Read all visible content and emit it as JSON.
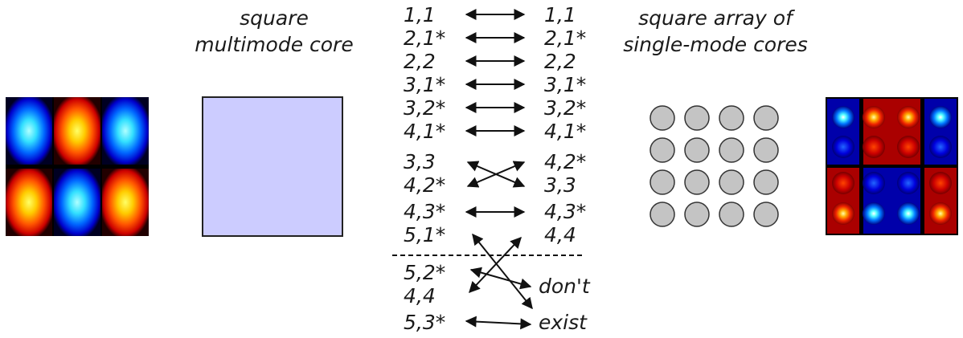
{
  "left_caption": {
    "line1": "square",
    "line2": "multimode core"
  },
  "right_caption": {
    "line1": "square array of",
    "line2": "single-mode cores"
  },
  "modes_left": [
    "1,1",
    "2,1*",
    "2,2",
    "3,1*",
    "3,2*",
    "4,1*",
    "3,3",
    "4,2*",
    "4,3*",
    "5,1*"
  ],
  "modes_right": [
    "1,1",
    "2,1*",
    "2,2",
    "3,1*",
    "3,2*",
    "4,1*",
    "4,2*",
    "3,3",
    "4,3*",
    "4,4"
  ],
  "modes_below_left": [
    "5,2*",
    "4,4",
    "5,3*"
  ],
  "modes_below_right": [
    "don't",
    "exist"
  ],
  "colors": {
    "core_fill": "#ccccff",
    "core_stroke": "#222222",
    "circle_fill": "#c4c4c4",
    "circle_stroke": "#333333",
    "arrow": "#111111"
  }
}
